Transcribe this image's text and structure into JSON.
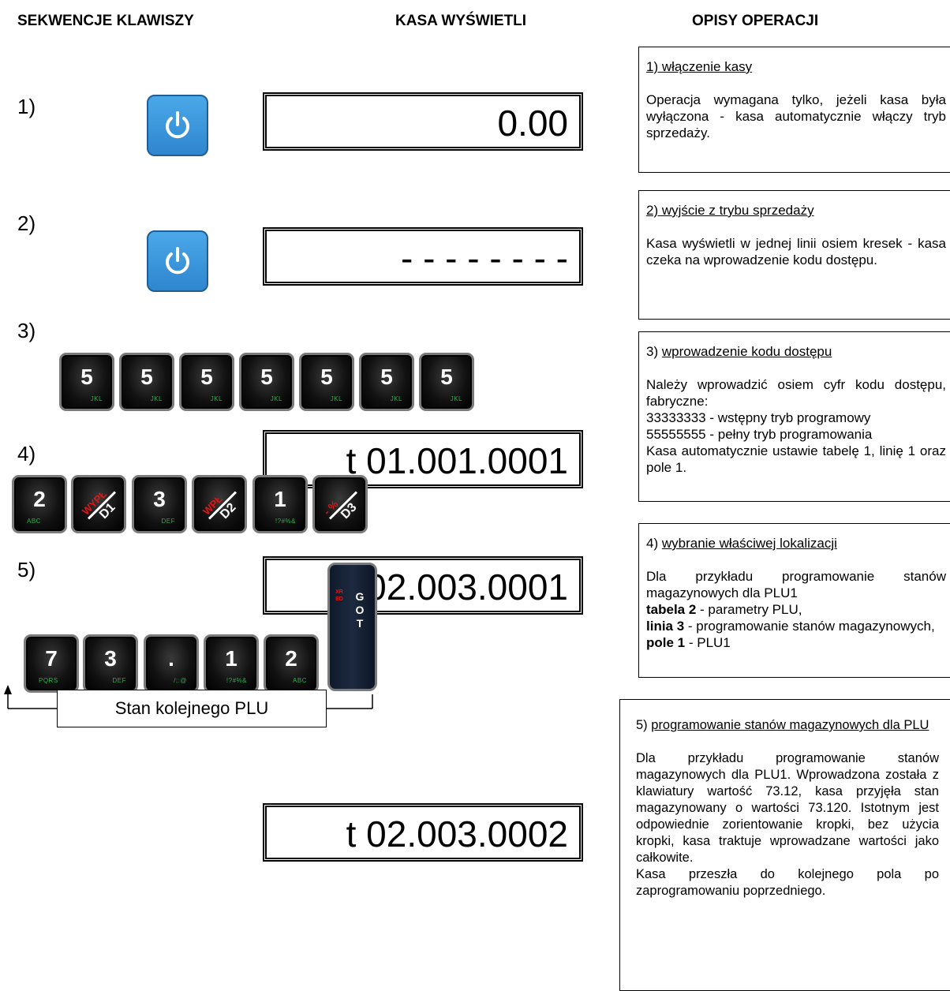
{
  "headers": {
    "col1": "SEKWENCJE KLAWISZY",
    "col2": "KASA WYŚWIETLI",
    "col3": "OPISY OPERACJI"
  },
  "steps": [
    "1)",
    "2)",
    "3)",
    "4)",
    "5)"
  ],
  "displays": [
    "0.00",
    "- - - - - - - -",
    "t 01.001.0001",
    "t 02.003.0001",
    "t 02.003.0002"
  ],
  "keys": {
    "k5": {
      "digit": "5",
      "sub": "JKL"
    },
    "k2": {
      "digit": "2",
      "sub": "ABC"
    },
    "k3": {
      "digit": "3",
      "sub": "DEF"
    },
    "k1": {
      "digit": "1",
      "sub": "!?#%&"
    },
    "k7": {
      "digit": "7",
      "sub": "PQRS"
    },
    "dot": {
      "digit": ".",
      "sub": "/;:@"
    },
    "f1": {
      "top": "WYPŁ",
      "bottom": "D1"
    },
    "f2": {
      "top": "WPŁ",
      "bottom": "D2"
    },
    "f3": {
      "top": "- %",
      "bottom": "D3"
    },
    "got": {
      "side": "XRED",
      "label": "GOT"
    }
  },
  "loop_label": "Stan kolejnego PLU",
  "descriptions": [
    {
      "title": "1) włączenie kasy",
      "body": [
        "Operacja wymagana tylko, jeżeli kasa była wyłączona - kasa automatycznie włączy tryb sprzedaży."
      ]
    },
    {
      "title": "2) wyjście z trybu sprzedaży",
      "body": [
        "Kasa wyświetli w jednej linii osiem kresek - kasa czeka na wprowadzenie kodu dostępu."
      ]
    },
    {
      "num": "3)",
      "title": "wprowadzenie kodu dostępu",
      "body": [
        "Należy wprowadzić osiem cyfr kodu dostępu, fabryczne:",
        "33333333 - wstępny tryb programowy",
        "55555555 - pełny tryb programowania",
        "Kasa automatycznie ustawie tabelę 1, linię 1 oraz pole 1."
      ]
    },
    {
      "num": "4)",
      "title": "wybranie właściwej lokalizacji",
      "intro": "Dla przykładu programowanie stanów magazynowych dla PLU1",
      "l1b": "tabela 2",
      "l1": " - parametry PLU,",
      "l2b": "linia 3",
      "l2": " - programowanie stanów magazynowych,",
      "l3b": "pole 1",
      "l3": " - PLU1"
    },
    {
      "num": "5)",
      "title": "programowanie stanów magazynowych dla PLU",
      "body": [
        "Dla przykładu programowanie stanów magazynowych dla PLU1. Wprowadzona została z klawiatury wartość 73.12, kasa przyjęła stan magazynowany o wartości 73.120. Istotnym jest odpowiednie zorientowanie kropki, bez użycia kropki, kasa traktuje wprowadzane wartości jako całkowite.",
        "Kasa przeszła do kolejnego pola po zaprogramowaniu poprzedniego."
      ]
    }
  ]
}
